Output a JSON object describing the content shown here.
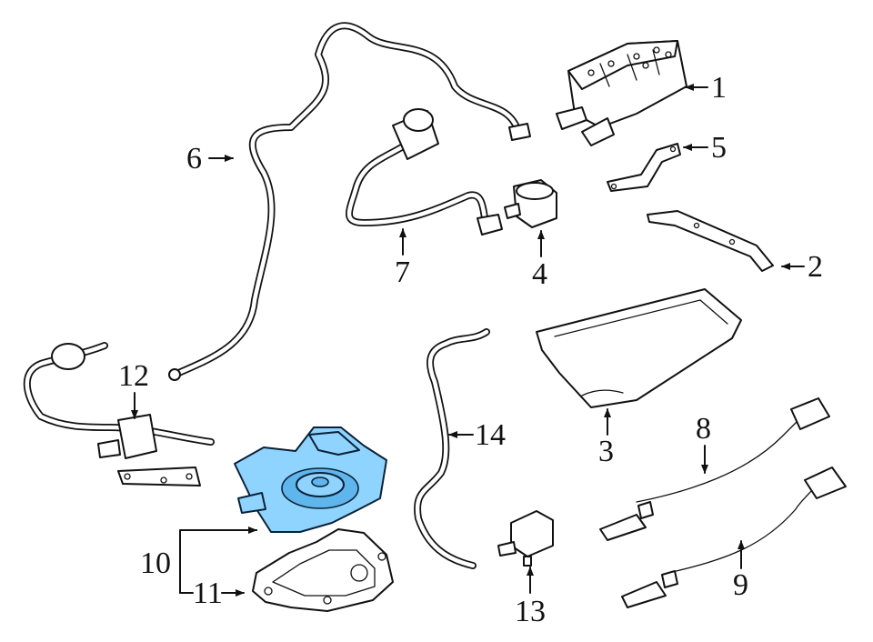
{
  "callouts": [
    {
      "id": "1",
      "label": "1"
    },
    {
      "id": "2",
      "label": "2"
    },
    {
      "id": "3",
      "label": "3"
    },
    {
      "id": "4",
      "label": "4"
    },
    {
      "id": "5",
      "label": "5"
    },
    {
      "id": "6",
      "label": "6"
    },
    {
      "id": "7",
      "label": "7"
    },
    {
      "id": "8",
      "label": "8"
    },
    {
      "id": "9",
      "label": "9"
    },
    {
      "id": "10",
      "label": "10"
    },
    {
      "id": "11",
      "label": "11"
    },
    {
      "id": "12",
      "label": "12"
    },
    {
      "id": "13",
      "label": "13"
    },
    {
      "id": "14",
      "label": "14"
    }
  ],
  "highlight_color": "#8fd3ff",
  "line_color": "#111111"
}
